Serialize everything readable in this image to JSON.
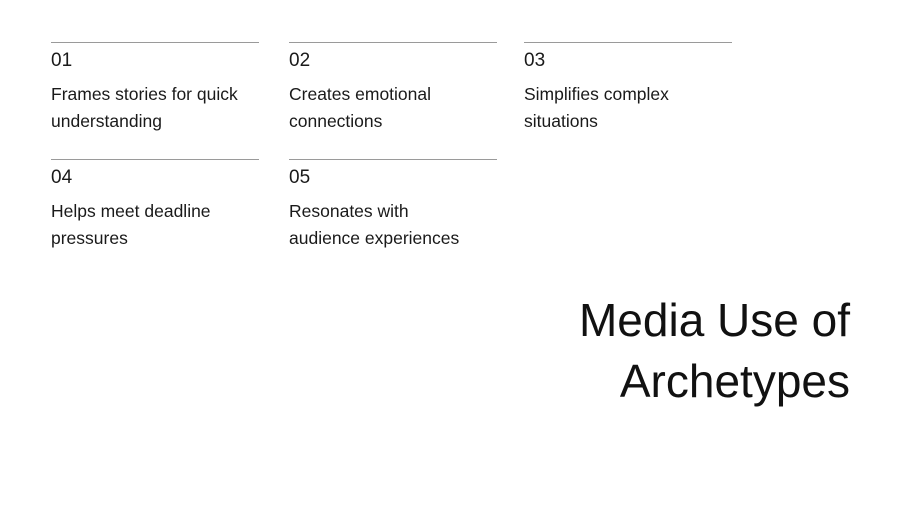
{
  "items": [
    {
      "number": "01",
      "text_line1": "Frames stories for quick",
      "text_line2": "understanding"
    },
    {
      "number": "02",
      "text_line1": "Creates emotional",
      "text_line2": "connections"
    },
    {
      "number": "03",
      "text_line1": "Simplifies complex",
      "text_line2": "situations"
    },
    {
      "number": "04",
      "text_line1": "Helps meet deadline",
      "text_line2": "pressures"
    },
    {
      "number": "05",
      "text_line1": "Resonates with",
      "text_line2": "audience experiences"
    }
  ],
  "title": {
    "line1": "Media Use of",
    "line2": "Archetypes"
  }
}
